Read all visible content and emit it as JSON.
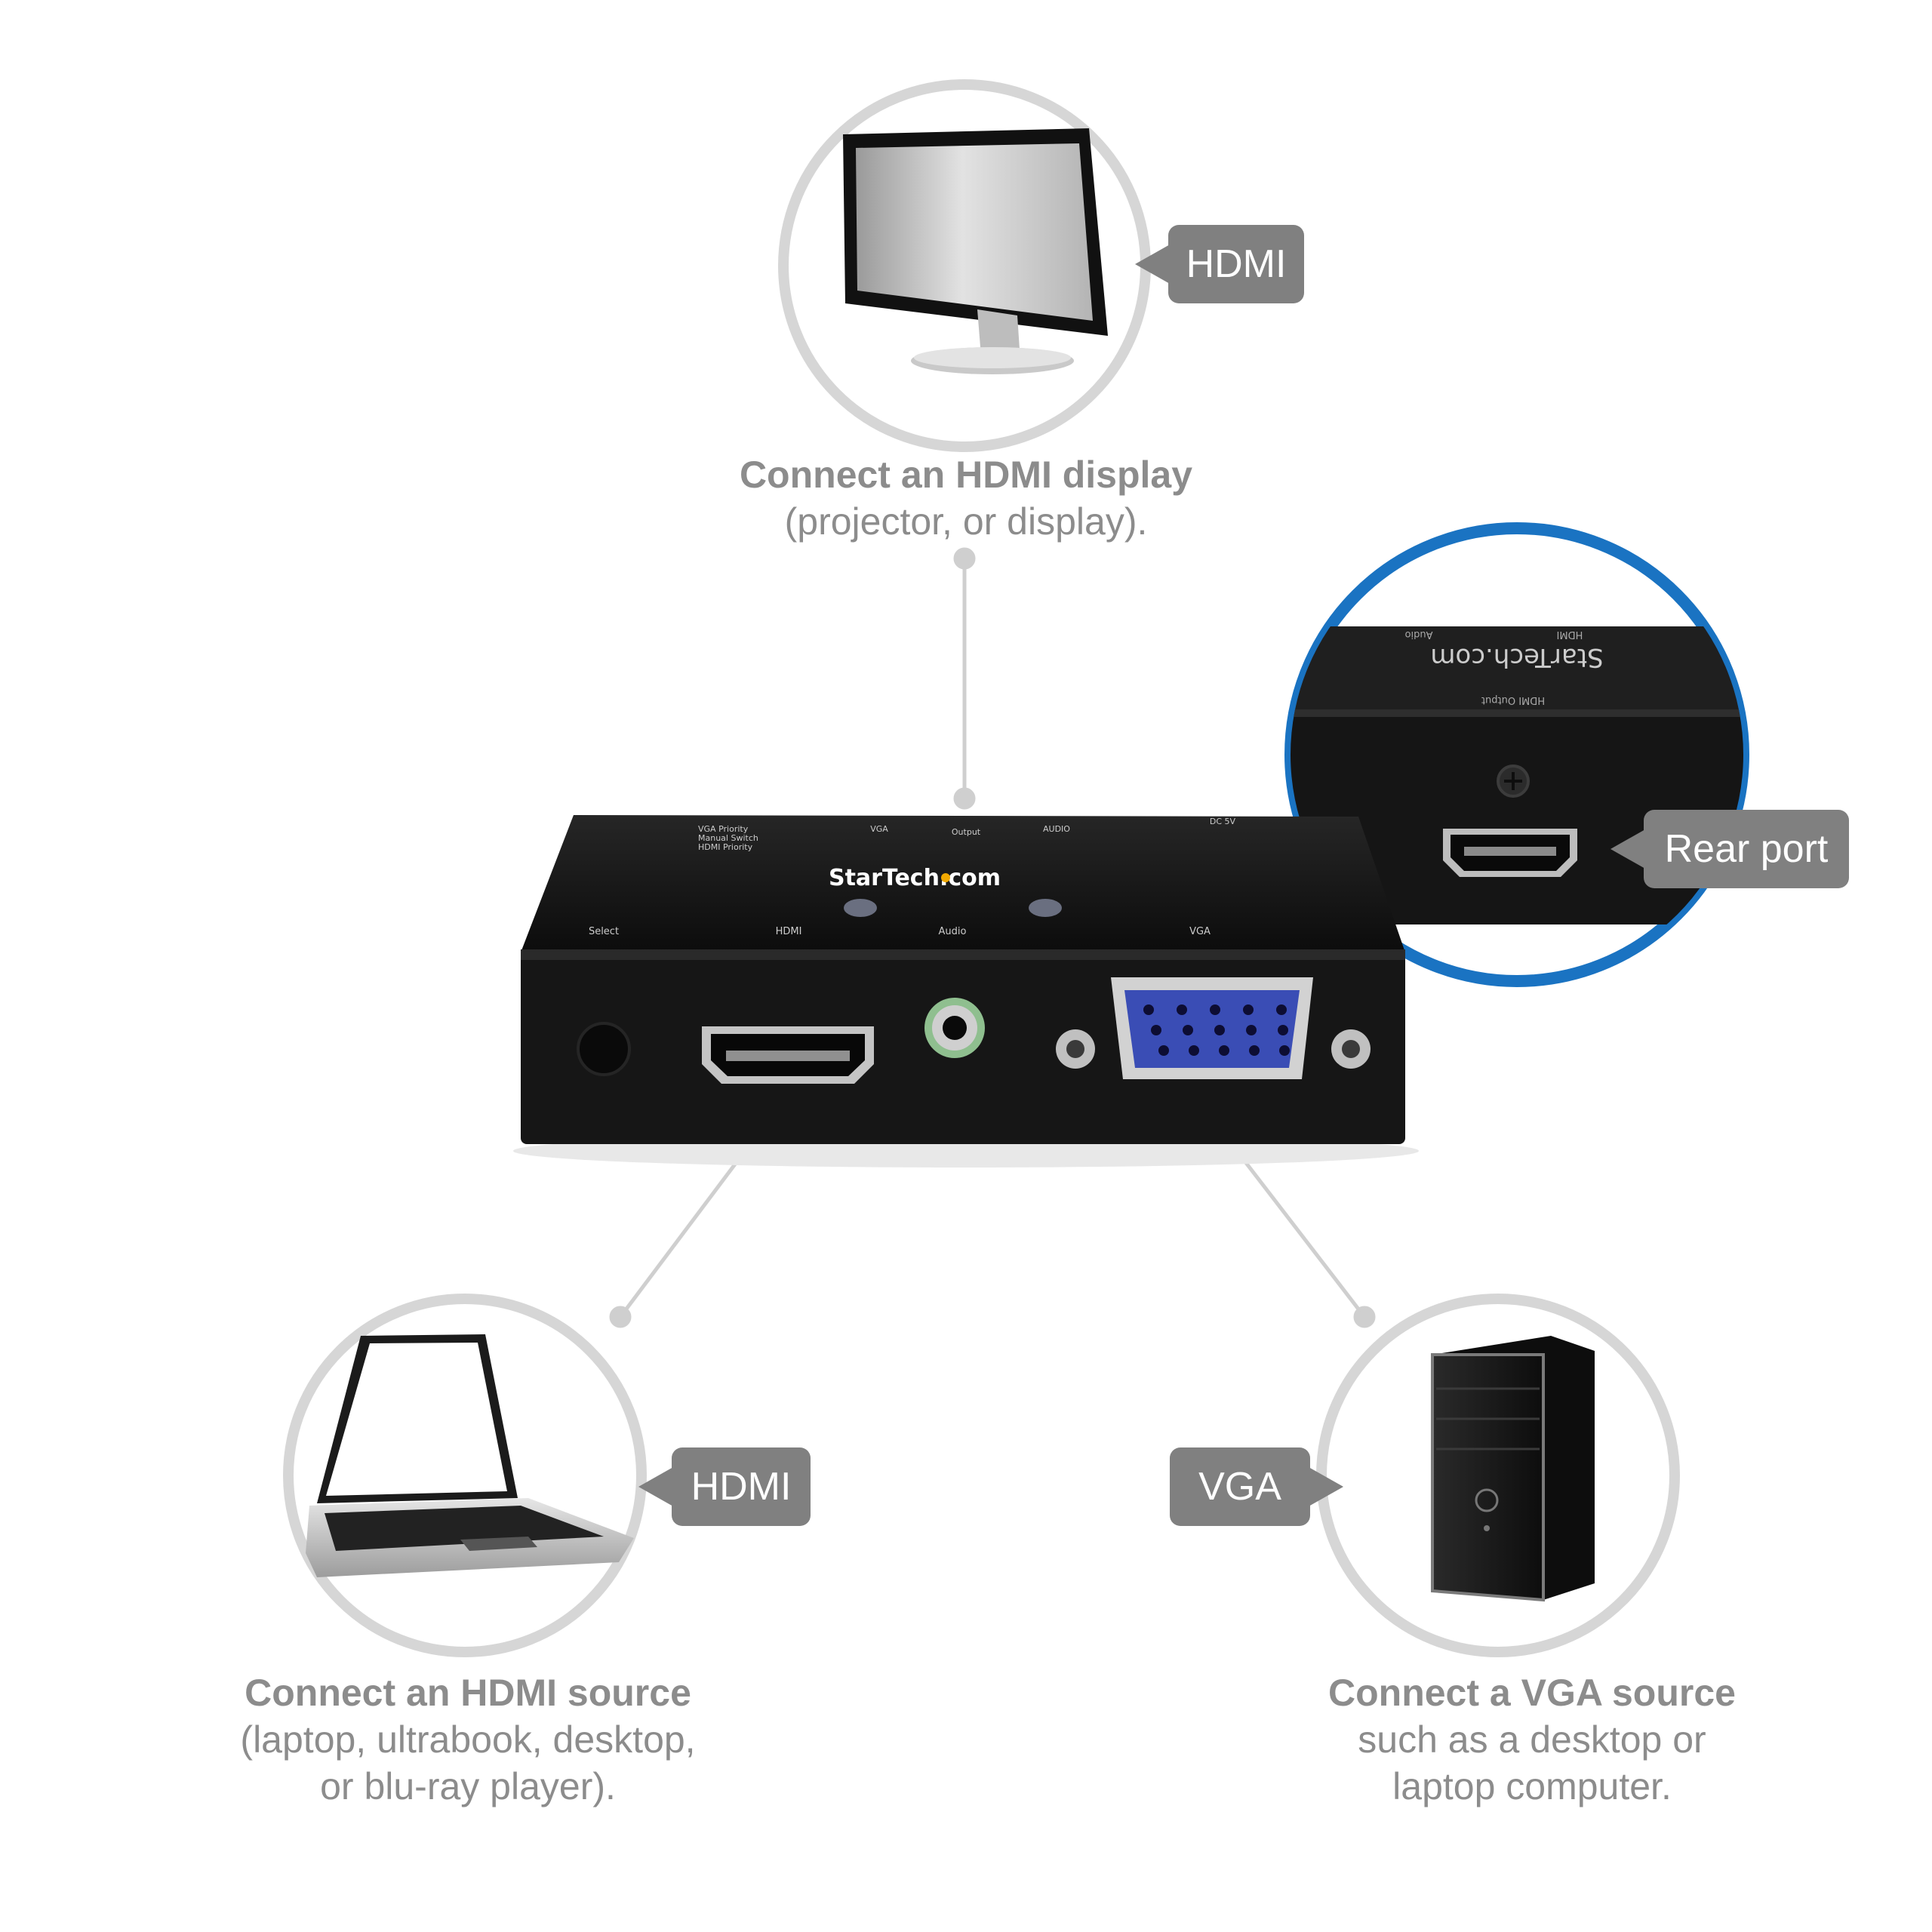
{
  "colors": {
    "ring": "#d6d6d6",
    "accent_ring": "#1a73c2",
    "callout_bg": "#808080",
    "caption_text": "#8c8c8c",
    "device_body": "#141414",
    "vga_port": "#3a4db5",
    "audio_jack": "#8fbf8f",
    "brand_dot": "#f2a900"
  },
  "top": {
    "callout": "HDMI",
    "icon": "monitor-icon",
    "caption_head": "Connect an HDMI display",
    "caption_sub": "(projector, or display)."
  },
  "rear": {
    "callout": "Rear port",
    "brand": "StarTech.com",
    "labels": [
      "Audio",
      "HDMI",
      "HDMI Output"
    ]
  },
  "device": {
    "brand": "StarTech.com",
    "top_labels": [
      "VGA Priority",
      "Manual Switch",
      "HDMI Priority",
      "VGA",
      "Output",
      "AUDIO",
      "DC 5V"
    ],
    "front_labels": [
      "Select",
      "HDMI",
      "Audio",
      "VGA"
    ]
  },
  "left": {
    "callout": "HDMI",
    "icon": "laptop-icon",
    "caption_head": "Connect an HDMI source",
    "caption_lines": [
      "(laptop, ultrabook, desktop,",
      "or blu-ray player)."
    ]
  },
  "right": {
    "callout": "VGA",
    "icon": "desktop-tower-icon",
    "caption_head": "Connect a VGA source",
    "caption_lines": [
      "such as a desktop or",
      "laptop computer."
    ]
  }
}
